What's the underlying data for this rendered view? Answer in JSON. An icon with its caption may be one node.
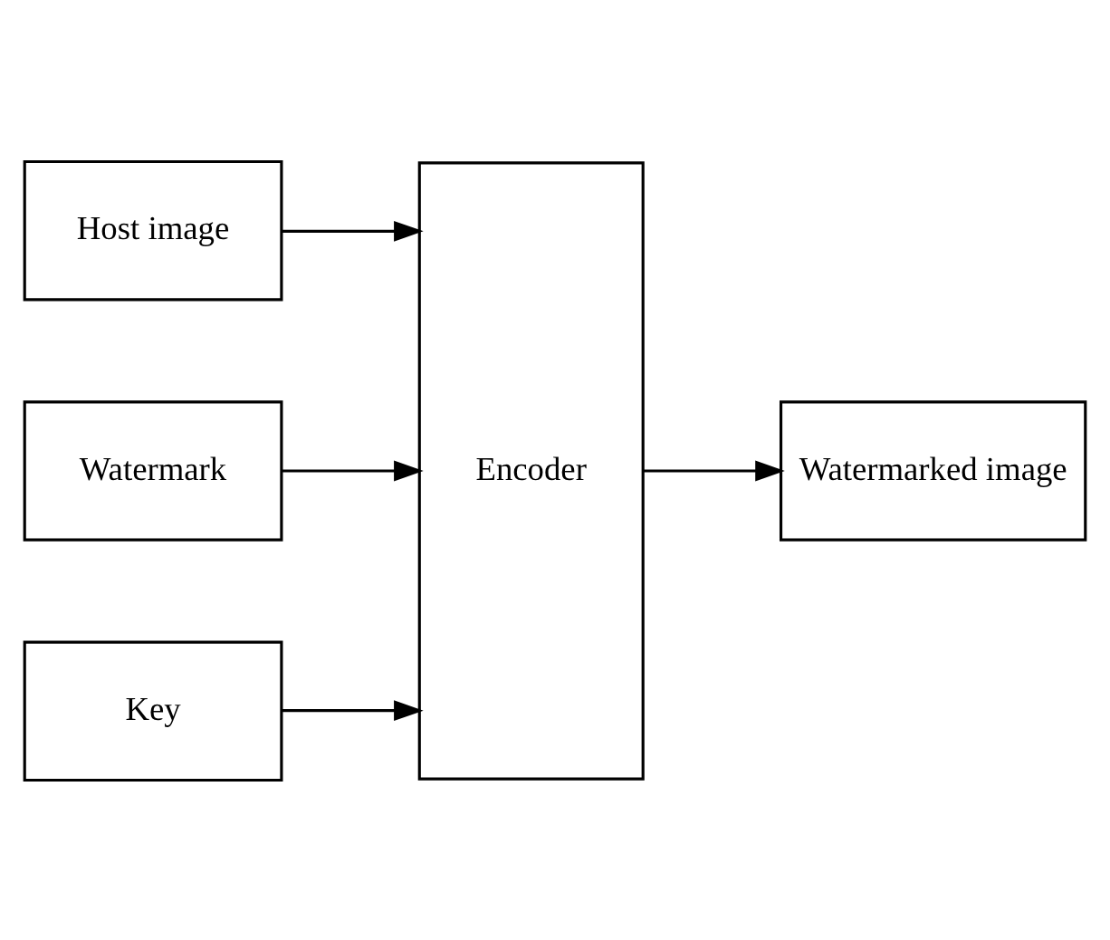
{
  "diagram": {
    "nodes": [
      {
        "text": [
          "Host image"
        ]
      },
      {
        "text": [
          "Watermark"
        ]
      },
      {
        "text": [
          "Key"
        ]
      },
      {
        "text": [
          "Encoder"
        ]
      },
      {
        "text": [
          "Watermarked image"
        ]
      }
    ],
    "edges": [
      {
        "from": 0,
        "to": 3,
        "arrow": "to"
      },
      {
        "from": 1,
        "to": 3,
        "arrow": "to"
      },
      {
        "from": 2,
        "to": 3,
        "arrow": "to"
      },
      {
        "from": 3,
        "to": 4,
        "arrow": "to"
      }
    ]
  }
}
